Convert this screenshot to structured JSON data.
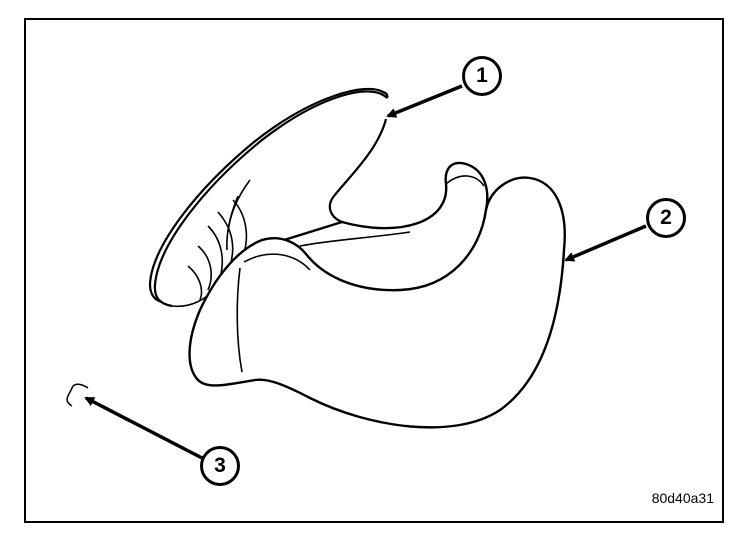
{
  "callouts": [
    {
      "number": "1"
    },
    {
      "number": "2"
    },
    {
      "number": "3"
    }
  ],
  "figure_id": "80d40a31"
}
